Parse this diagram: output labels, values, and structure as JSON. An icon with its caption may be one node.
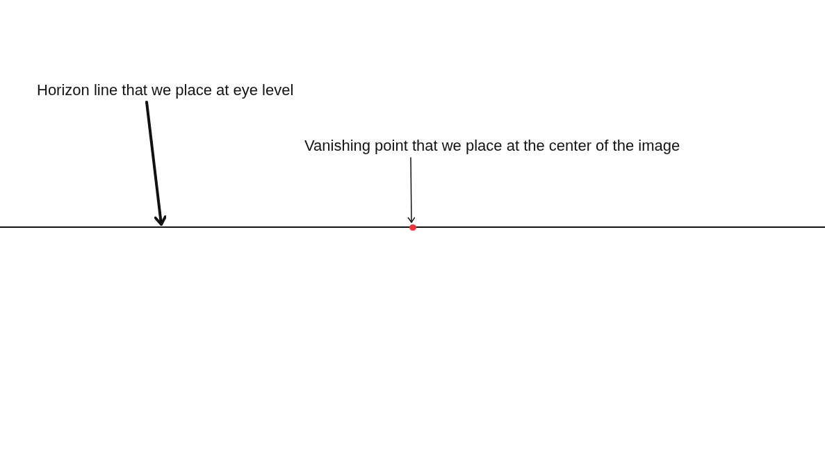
{
  "diagram": {
    "nodes": [
      {
        "text": [
          "Horizon line that we place at eye level"
        ]
      },
      {
        "text": [
          "Vanishing point that we place at the center of the image"
        ]
      },
      {
        "text": [],
        "shape": "line"
      },
      {
        "text": [],
        "shape": "circle"
      }
    ],
    "edges": [
      {
        "from": 0,
        "to": 2,
        "arrow": "to",
        "style": "thick"
      },
      {
        "from": 1,
        "to": 3,
        "arrow": "to"
      }
    ]
  }
}
